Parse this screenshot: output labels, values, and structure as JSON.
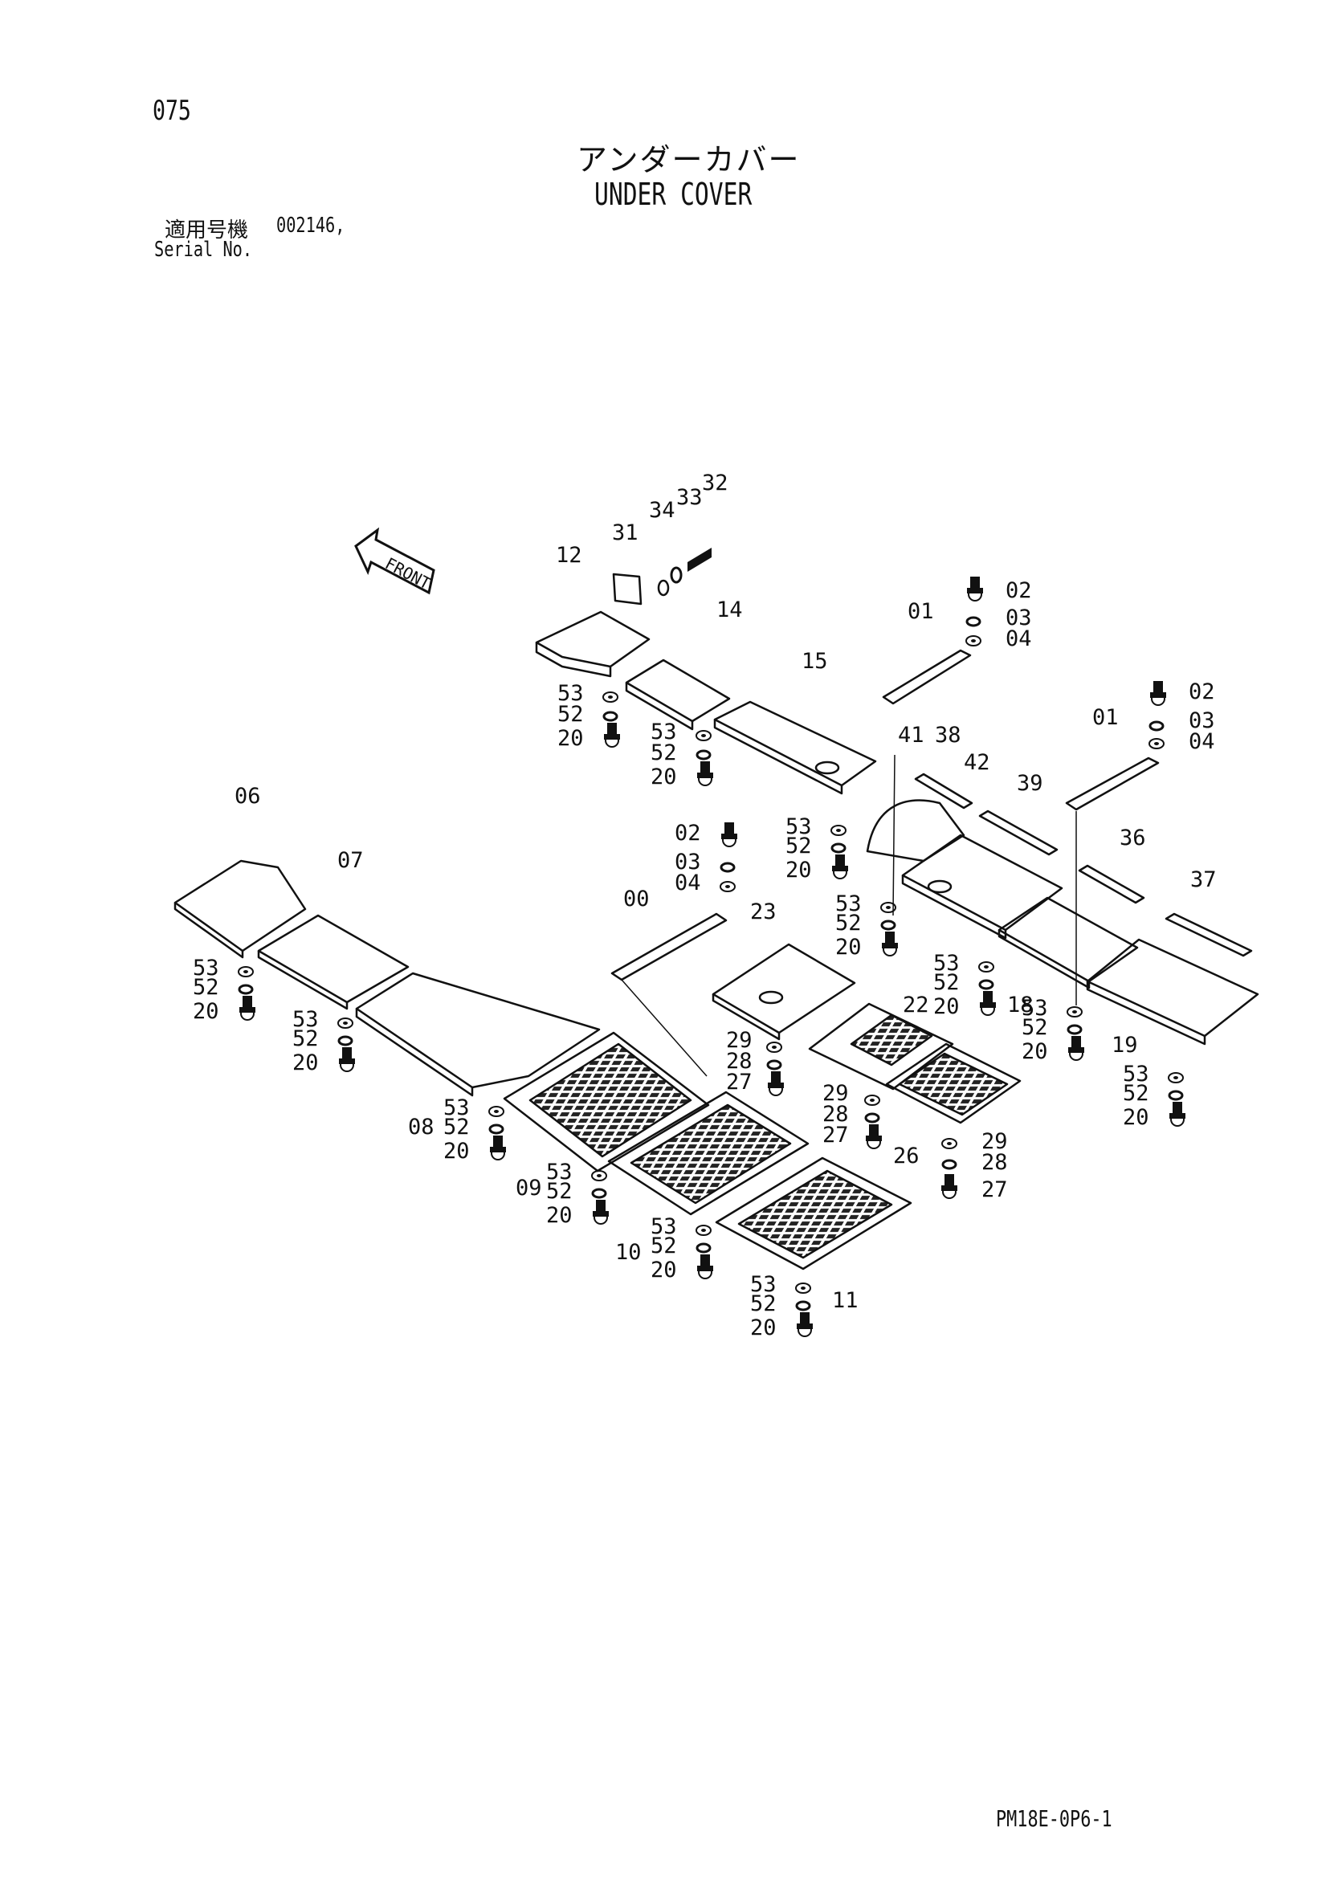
{
  "page": {
    "number": "075",
    "doc_code": "PM18E-0P6-1"
  },
  "title": {
    "ja": "アンダーカバー",
    "en": "UNDER COVER"
  },
  "serial": {
    "label_ja": "適用号機",
    "value": "002146,",
    "label_en": "Serial No."
  },
  "front_label": "FRONT",
  "callouts": {
    "c00": "00",
    "c01": "01",
    "c02": "02",
    "c03": "03",
    "c04": "04",
    "c06": "06",
    "c07": "07",
    "c08": "08",
    "c09": "09",
    "c10": "10",
    "c11": "11",
    "c12": "12",
    "c14": "14",
    "c15": "15",
    "c18": "18",
    "c19": "19",
    "c20": "20",
    "c22": "22",
    "c23": "23",
    "c26": "26",
    "c27": "27",
    "c28": "28",
    "c29": "29",
    "c31": "31",
    "c32": "32",
    "c33": "33",
    "c34": "34",
    "c36": "36",
    "c37": "37",
    "c38": "38",
    "c39": "39",
    "c41": "41",
    "c42": "42",
    "c52": "52",
    "c53": "53"
  }
}
